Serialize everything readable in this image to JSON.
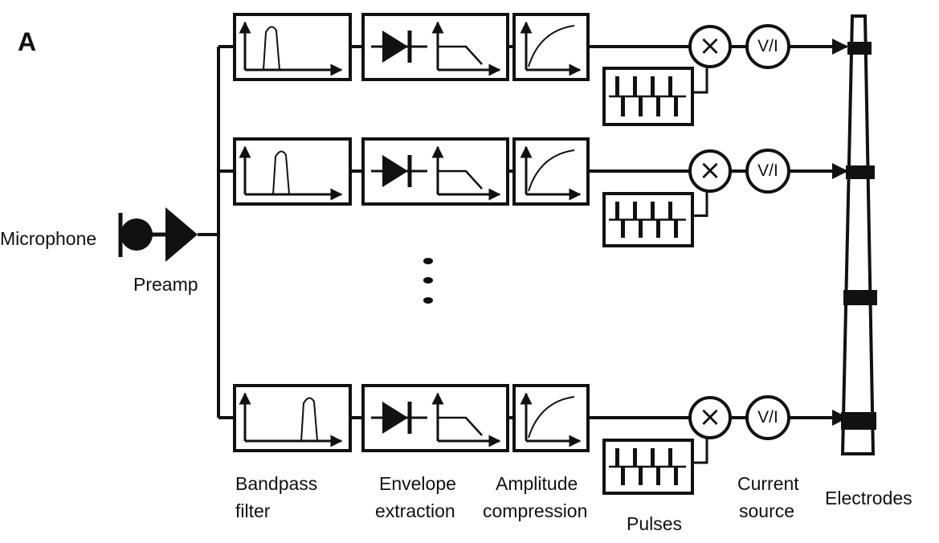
{
  "panel_label": "A",
  "labels": {
    "microphone": "Microphone",
    "preamp": "Preamp",
    "bandpass_line1": "Bandpass",
    "bandpass_line2": "filter",
    "envelope_line1": "Envelope",
    "envelope_line2": "extraction",
    "amplitude_line1": "Amplitude",
    "amplitude_line2": "compression",
    "pulses": "Pulses",
    "current_line1": "Current",
    "current_line2": "source",
    "electrodes": "Electrodes"
  },
  "channels": [
    {
      "vi_label": "V/I",
      "mult_symbol": "×"
    },
    {
      "vi_label": "V/I",
      "mult_symbol": "×"
    },
    {
      "vi_label": "V/I",
      "mult_symbol": "×"
    }
  ],
  "colors": {
    "ink": "#111111",
    "background": "#ffffff"
  }
}
